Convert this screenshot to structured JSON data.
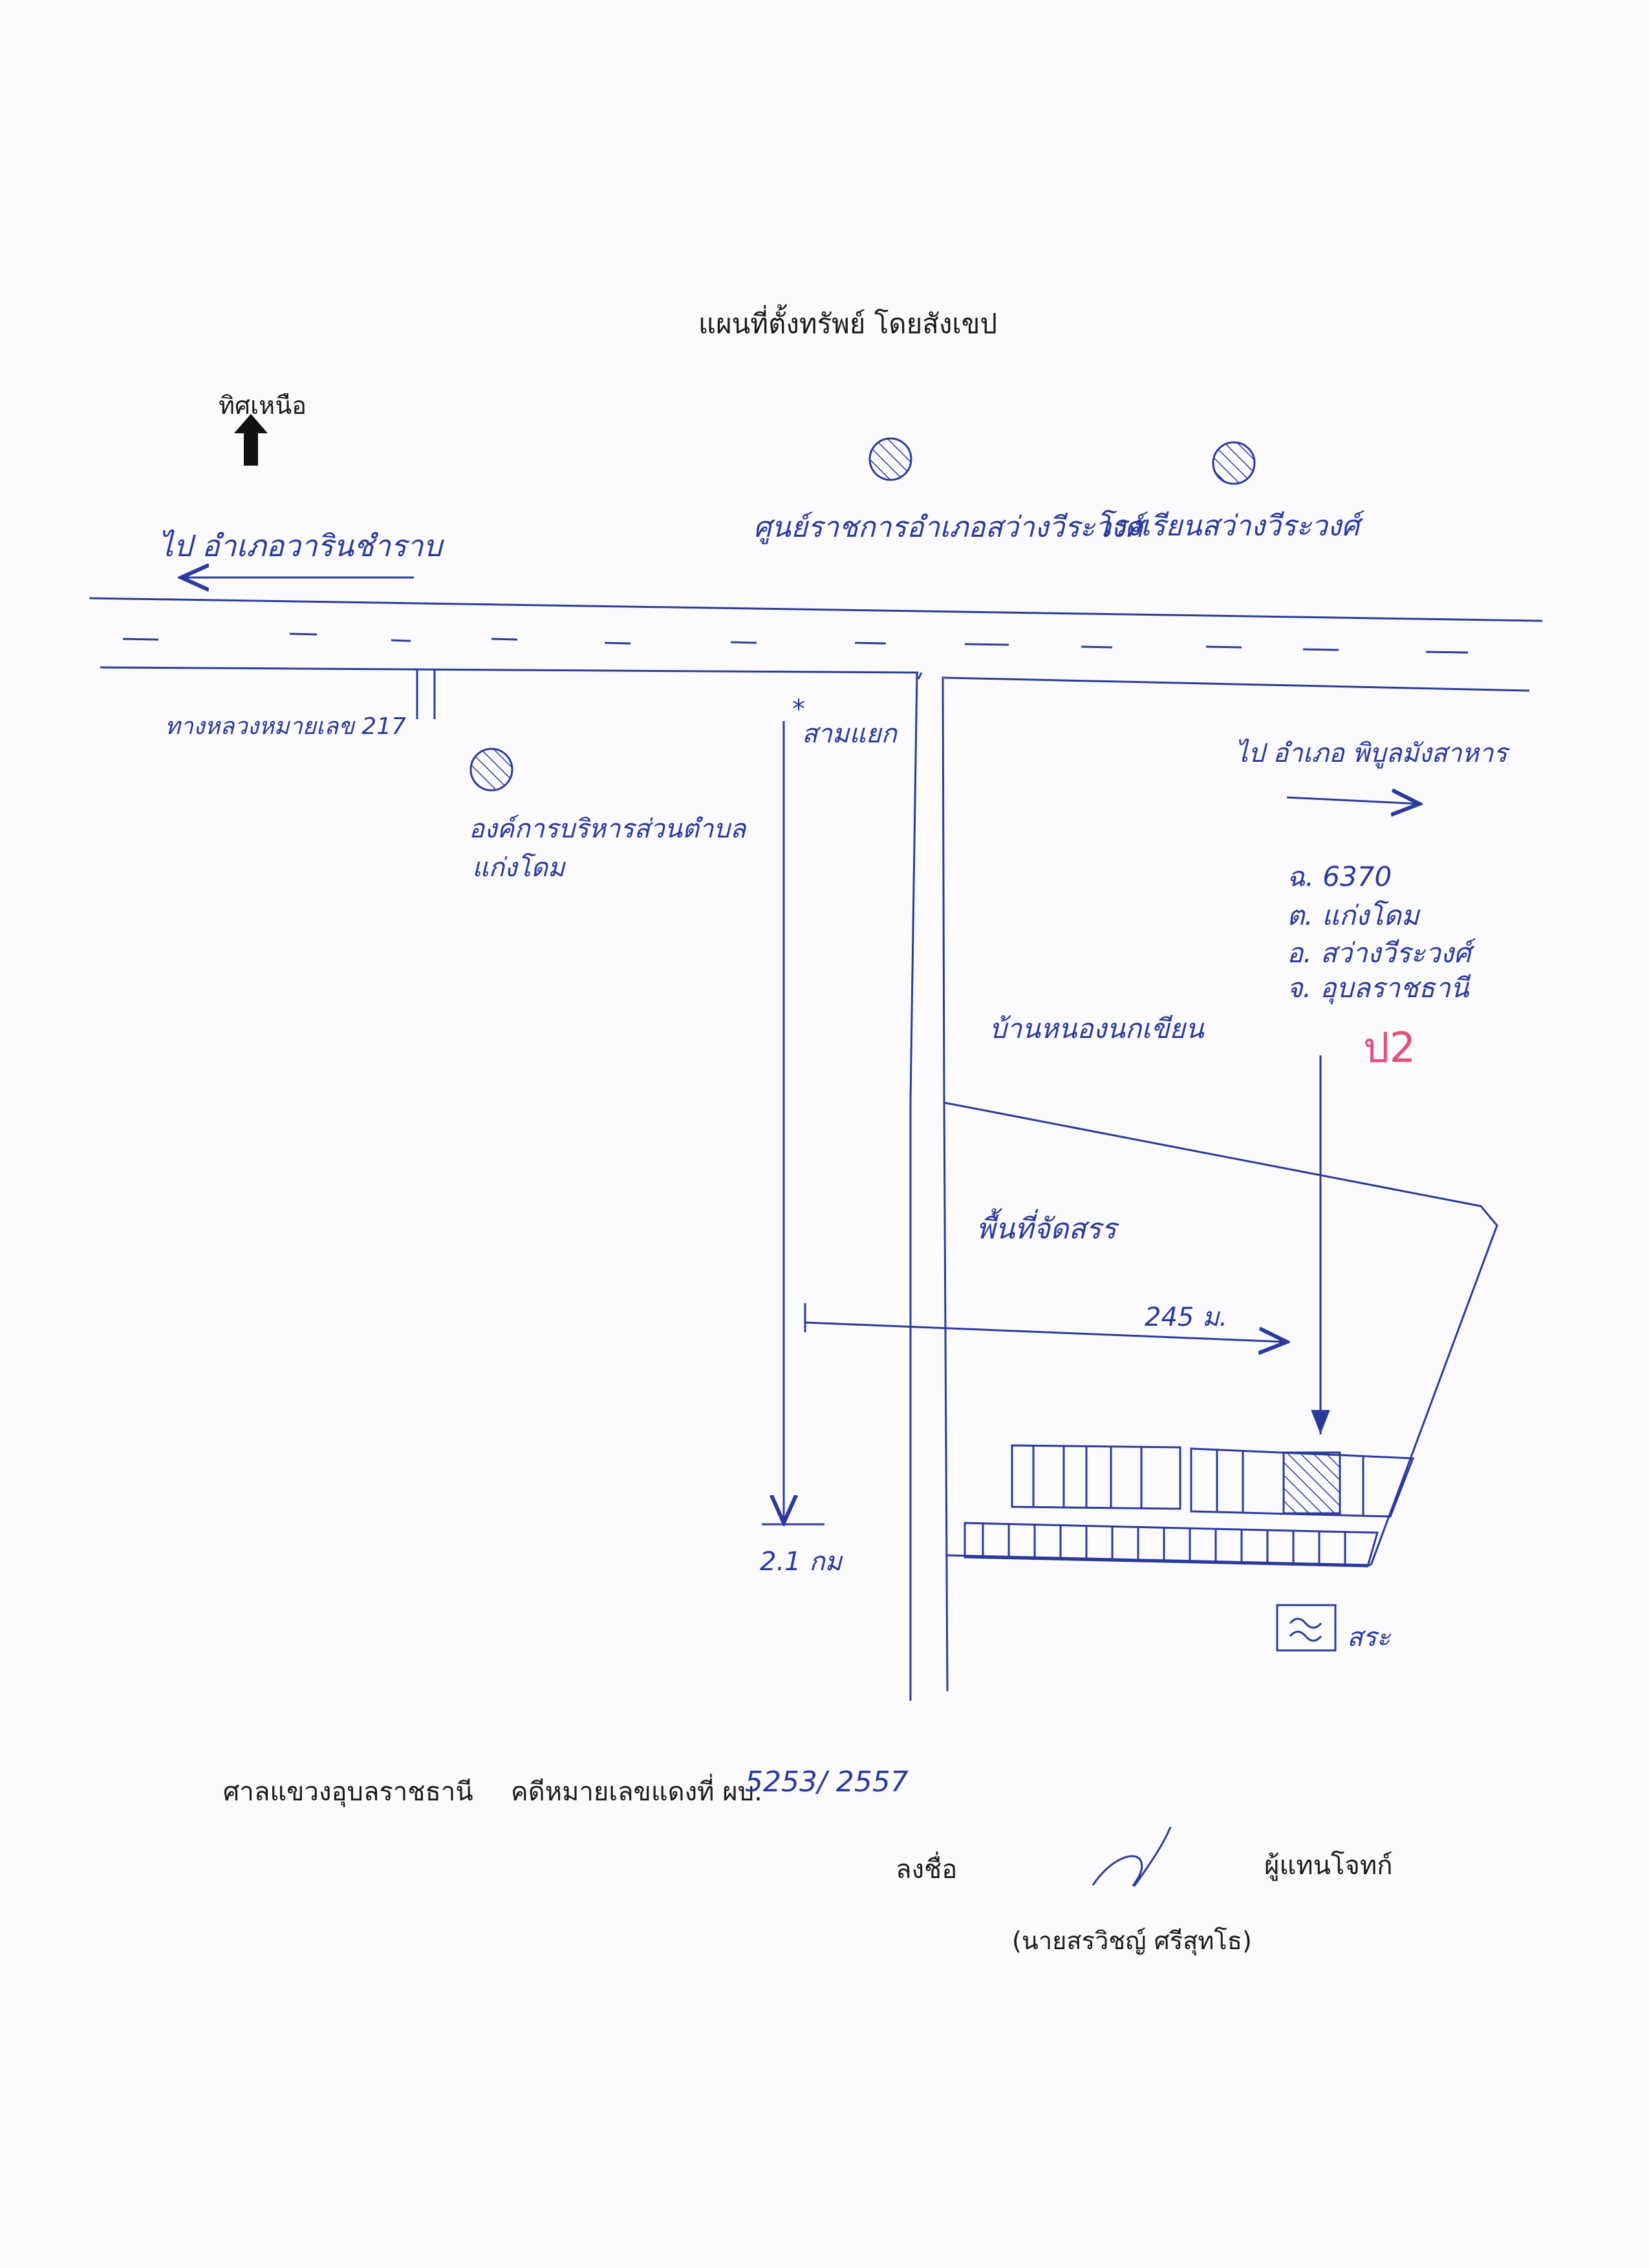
{
  "document": {
    "title": "แผนที่ตั้งทรัพย์ โดยสังเขป",
    "north_label": "ทิศเหนือ"
  },
  "map": {
    "labels": {
      "to_warin": "ไป อำเภอวารินชำราบ",
      "government_center": "ศูนย์ราชการอำเภอสว่างวีระวงศ์",
      "school": "โรงเรียนสว่างวีระวงศ์",
      "highway": "ทางหลวงหมายเลข 217",
      "local_admin": "องค์การบริหารส่วนตำบล",
      "local_admin_2": "แก่งโดม",
      "to_phibun": "ไป อำเภอ พิบูลมังสาหาร",
      "junction": "สามแยก",
      "land_deed": "ฉ. 6370",
      "subdistrict": "ต. แก่งโดม",
      "district": "อ. สว่างวีระวงศ์",
      "province": "จ. อุบลราชธานี",
      "village": "บ้านหนองนกเขียน",
      "allocated_area": "พื้นที่จัดสรร",
      "distance": "245 ม.",
      "road_distance": "2.1 กม",
      "pond": "สระ",
      "mark_number": "ป2"
    }
  },
  "footer": {
    "court": "ศาลแขวงอุบลราชธานี",
    "case_label": "คดีหมายเลขแดงที่ ผบ.",
    "case_number": "5253/ 2557",
    "sign_label": "ลงชื่อ",
    "representative": "ผู้แทนโจทก์",
    "signer": "(นายสรวิชญ์ ศรีสุทโธ)"
  },
  "colors": {
    "ink": "#2a3a9c",
    "red_ink": "#e0507a",
    "print": "#1a1a1a"
  }
}
